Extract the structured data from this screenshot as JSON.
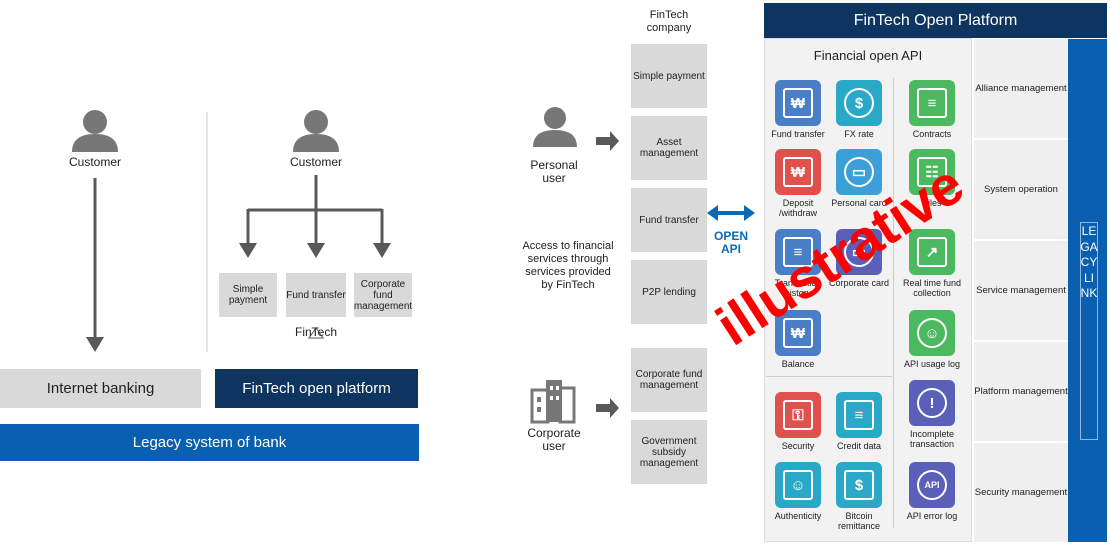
{
  "left": {
    "customer_left": "Customer",
    "customer_right": "Customer",
    "fintech_boxes": [
      "Simple payment",
      "Fund transfer",
      "Corporate fund management"
    ],
    "fintech_label": "FinTech",
    "internet_banking": "Internet banking",
    "fintech_platform": "FinTech open platform",
    "legacy": "Legacy system of bank"
  },
  "middle": {
    "fintech_company": "FinTech company",
    "personal_user": "Personal user",
    "corporate_user": "Corporate user",
    "access_text": "Access to financial services through services provided by FinTech",
    "open_api": "OPEN API",
    "services_top": [
      "Simple payment",
      "Asset management",
      "Fund transfer",
      "P2P lending"
    ],
    "services_bottom": [
      "Corporate fund management",
      "Government subsidy management"
    ]
  },
  "platform": {
    "title": "FinTech Open Platform",
    "api_title": "Financial open API",
    "icons": [
      {
        "label": "Fund transfer",
        "icon": "won-doc-icon",
        "color": "#4a7ec7"
      },
      {
        "label": "FX rate",
        "icon": "dollar-search-icon",
        "color": "#2aa8c8"
      },
      {
        "label": "Contracts",
        "icon": "scroll-icon",
        "color": "#4cb860"
      },
      {
        "label": "Deposit /withdraw",
        "icon": "won-deposit-icon",
        "color": "#e0504c"
      },
      {
        "label": "Personal card",
        "icon": "card-search-icon",
        "color": "#3c9fd8"
      },
      {
        "label": "Files",
        "icon": "files-icon",
        "color": "#4cb860"
      },
      {
        "label": "Transaction history",
        "icon": "history-search-icon",
        "color": "#4a7ec7"
      },
      {
        "label": "Corporate card",
        "icon": "corporate-card-icon",
        "color": "#5a5fb8"
      },
      {
        "label": "Real time fund collection",
        "icon": "chart-board-icon",
        "color": "#4cb860"
      },
      {
        "label": "Balance",
        "icon": "won-balance-icon",
        "color": "#4a7ec7"
      },
      {
        "label": "API usage log",
        "icon": "handshake-icon",
        "color": "#4cb860"
      },
      {
        "label": "Security",
        "icon": "lock-icon",
        "color": "#e0504c"
      },
      {
        "label": "Credit data",
        "icon": "credit-search-icon",
        "color": "#2aa8c8"
      },
      {
        "label": "Incomplete transaction",
        "icon": "alert-monitor-icon",
        "color": "#5a5fb8"
      },
      {
        "label": "Authenticity",
        "icon": "user-search-icon",
        "color": "#2aa8c8"
      },
      {
        "label": "Bitcoin remittance",
        "icon": "bitcoin-search-icon",
        "color": "#2aa8c8"
      },
      {
        "label": "API error log",
        "icon": "api-monitor-icon",
        "color": "#5a5fb8"
      }
    ],
    "right_cells": [
      "Alliance management",
      "System operation",
      "Service management",
      "Platform management",
      "Security management"
    ],
    "legacy_link": "LEGACY LINK"
  },
  "watermark": "illustrative",
  "colors": {
    "navy": "#0d3560",
    "blue": "#0a6ab8",
    "legacy_blue": "#0b5fb0",
    "gray_box": "#d9d9d9",
    "watermark": "#ff0000"
  }
}
